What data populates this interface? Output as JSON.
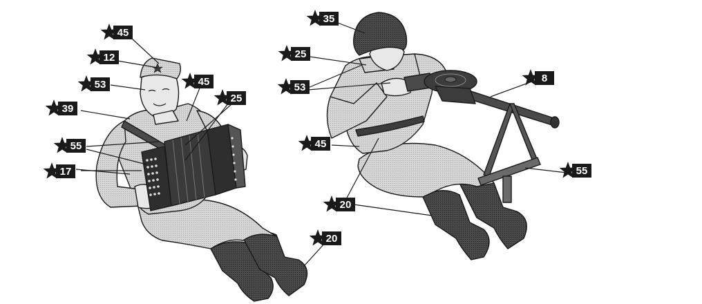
{
  "figures": {
    "accordionist": {
      "labels": [
        {
          "id": "cap",
          "text": "45"
        },
        {
          "id": "cap-star",
          "text": "12"
        },
        {
          "id": "face",
          "text": "53"
        },
        {
          "id": "tunic",
          "text": "45"
        },
        {
          "id": "strap",
          "text": "39"
        },
        {
          "id": "accordion-body",
          "text": "25"
        },
        {
          "id": "accordion-buttons",
          "text": "55"
        },
        {
          "id": "accordion-bellows",
          "text": "17"
        },
        {
          "id": "boots",
          "text": "20"
        }
      ]
    },
    "machine_gunner": {
      "labels": [
        {
          "id": "helmet",
          "text": "35"
        },
        {
          "id": "collar",
          "text": "25"
        },
        {
          "id": "face-hands",
          "text": "53"
        },
        {
          "id": "gun",
          "text": "8"
        },
        {
          "id": "tunic",
          "text": "45"
        },
        {
          "id": "bipod",
          "text": "55"
        },
        {
          "id": "boots-belt",
          "text": "20"
        }
      ]
    }
  },
  "colors": {
    "uniform": "#d9d9d9",
    "uniform_shade": "#bdbdbd",
    "skin": "#e8e8e8",
    "dark": "#3c3c3c",
    "metal": "#4a4a4a",
    "accordion": "#2e2e2e",
    "tag": "#1a1a1a",
    "outline": "#1a1a1a"
  }
}
